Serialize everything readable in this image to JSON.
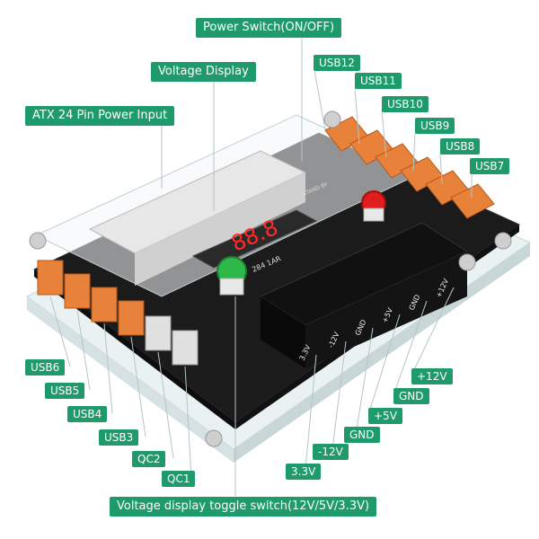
{
  "callouts": {
    "power_switch": "Power Switch(ON/OFF)",
    "voltage_display": "Voltage  Display",
    "atx_input": "ATX 24 Pin Power Input",
    "toggle_switch": "Voltage display toggle switch(12V/5V/3.3V)"
  },
  "usb_right": [
    "USB12",
    "USB11",
    "USB10",
    "USB9",
    "USB8",
    "USB7"
  ],
  "usb_left": [
    "USB6",
    "USB5",
    "USB4",
    "USB3",
    "QC2",
    "QC1"
  ],
  "voltage_outputs": [
    "+12V",
    "GND",
    "+5V",
    "GND",
    "-12V",
    "3.3V"
  ],
  "board_silk": {
    "display_digits": "88.8",
    "chip_label": "284  1AR",
    "terminal_labels": [
      "3.3V",
      "-12V",
      "GND",
      "+5V",
      "GND",
      "+12V"
    ],
    "stand_by": "STAND BY"
  },
  "colors": {
    "callout_bg": "#1f9b6b",
    "pcb": "#1b1b1b",
    "usb": "#e8813a",
    "led_display": "#ff2a2a",
    "switch_green": "#2fb84a",
    "switch_red": "#e01e1e"
  }
}
